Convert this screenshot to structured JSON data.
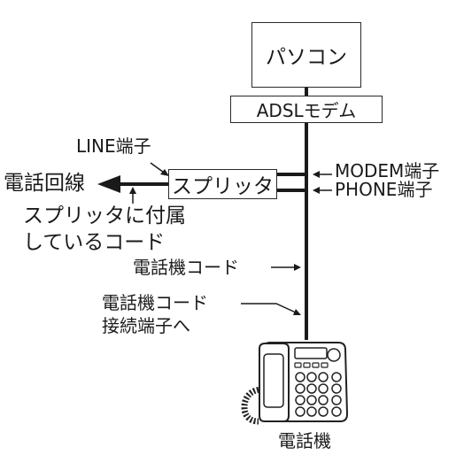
{
  "nodes": {
    "pc": "パソコン",
    "modem": "ADSLモデム",
    "splitter": "スプリッタ",
    "phone": "電話機"
  },
  "labels": {
    "line_port": "LINE端子",
    "phone_line": "電話回線",
    "modem_port": "MODEM端子",
    "phone_port": "PHONE端子",
    "splitter_cord_line1": "スプリッタに付属",
    "splitter_cord_line2": "しているコード",
    "phone_cord": "電話機コード",
    "phone_cord_port_line1": "電話機コード",
    "phone_cord_port_line2": "接続端子へ"
  }
}
